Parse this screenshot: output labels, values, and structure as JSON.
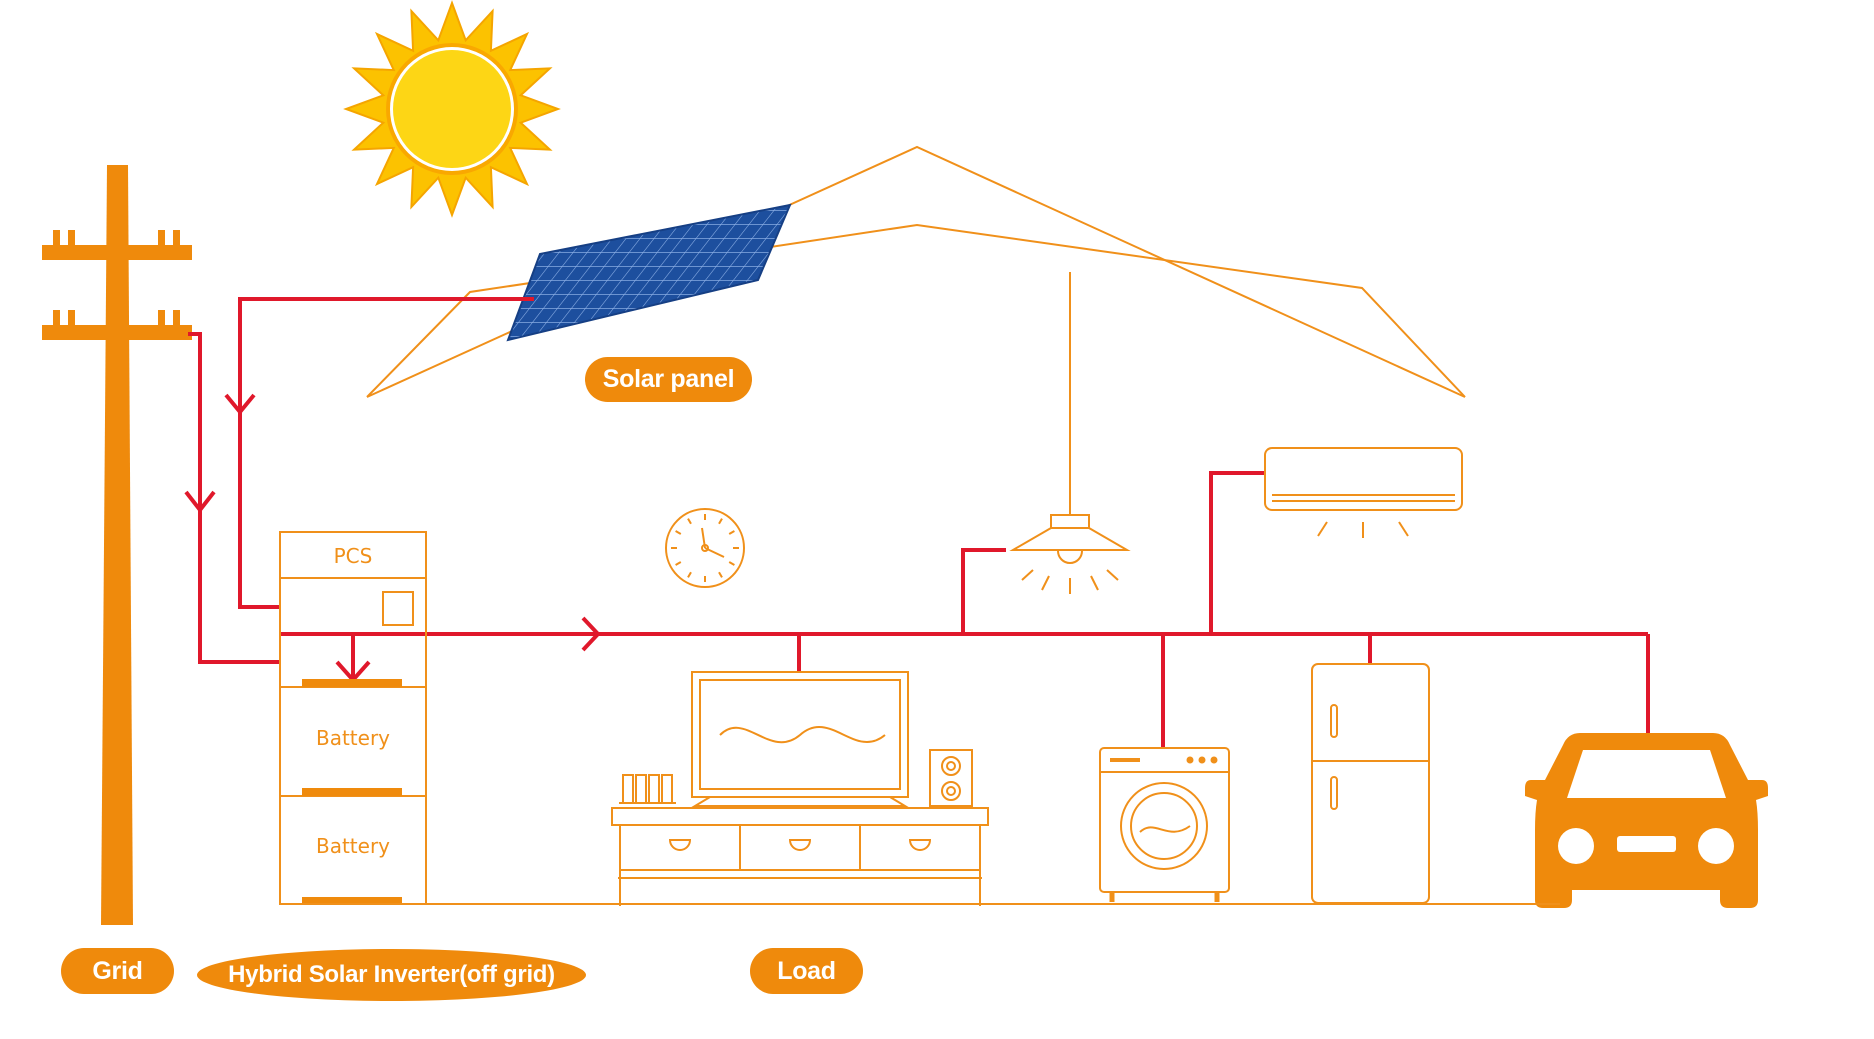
{
  "labels": {
    "solar_panel": "Solar panel",
    "grid": "Grid",
    "inverter": "Hybrid Solar Inverter(off grid)",
    "load": "Load",
    "pcs": "PCS",
    "battery_1": "Battery",
    "battery_2": "Battery"
  },
  "colors": {
    "outline": "#f0901a",
    "fill": "#ef8a0c",
    "wire": "#e0182b",
    "sun": "#fcc200",
    "panel": "#1d4f9e"
  },
  "icons": [
    "sun-icon",
    "utility-pole-icon",
    "solar-panel-icon",
    "pendant-lamp-icon",
    "air-conditioner-icon",
    "wall-clock-icon",
    "television-icon",
    "speaker-icon",
    "washing-machine-icon",
    "refrigerator-icon",
    "car-icon"
  ]
}
